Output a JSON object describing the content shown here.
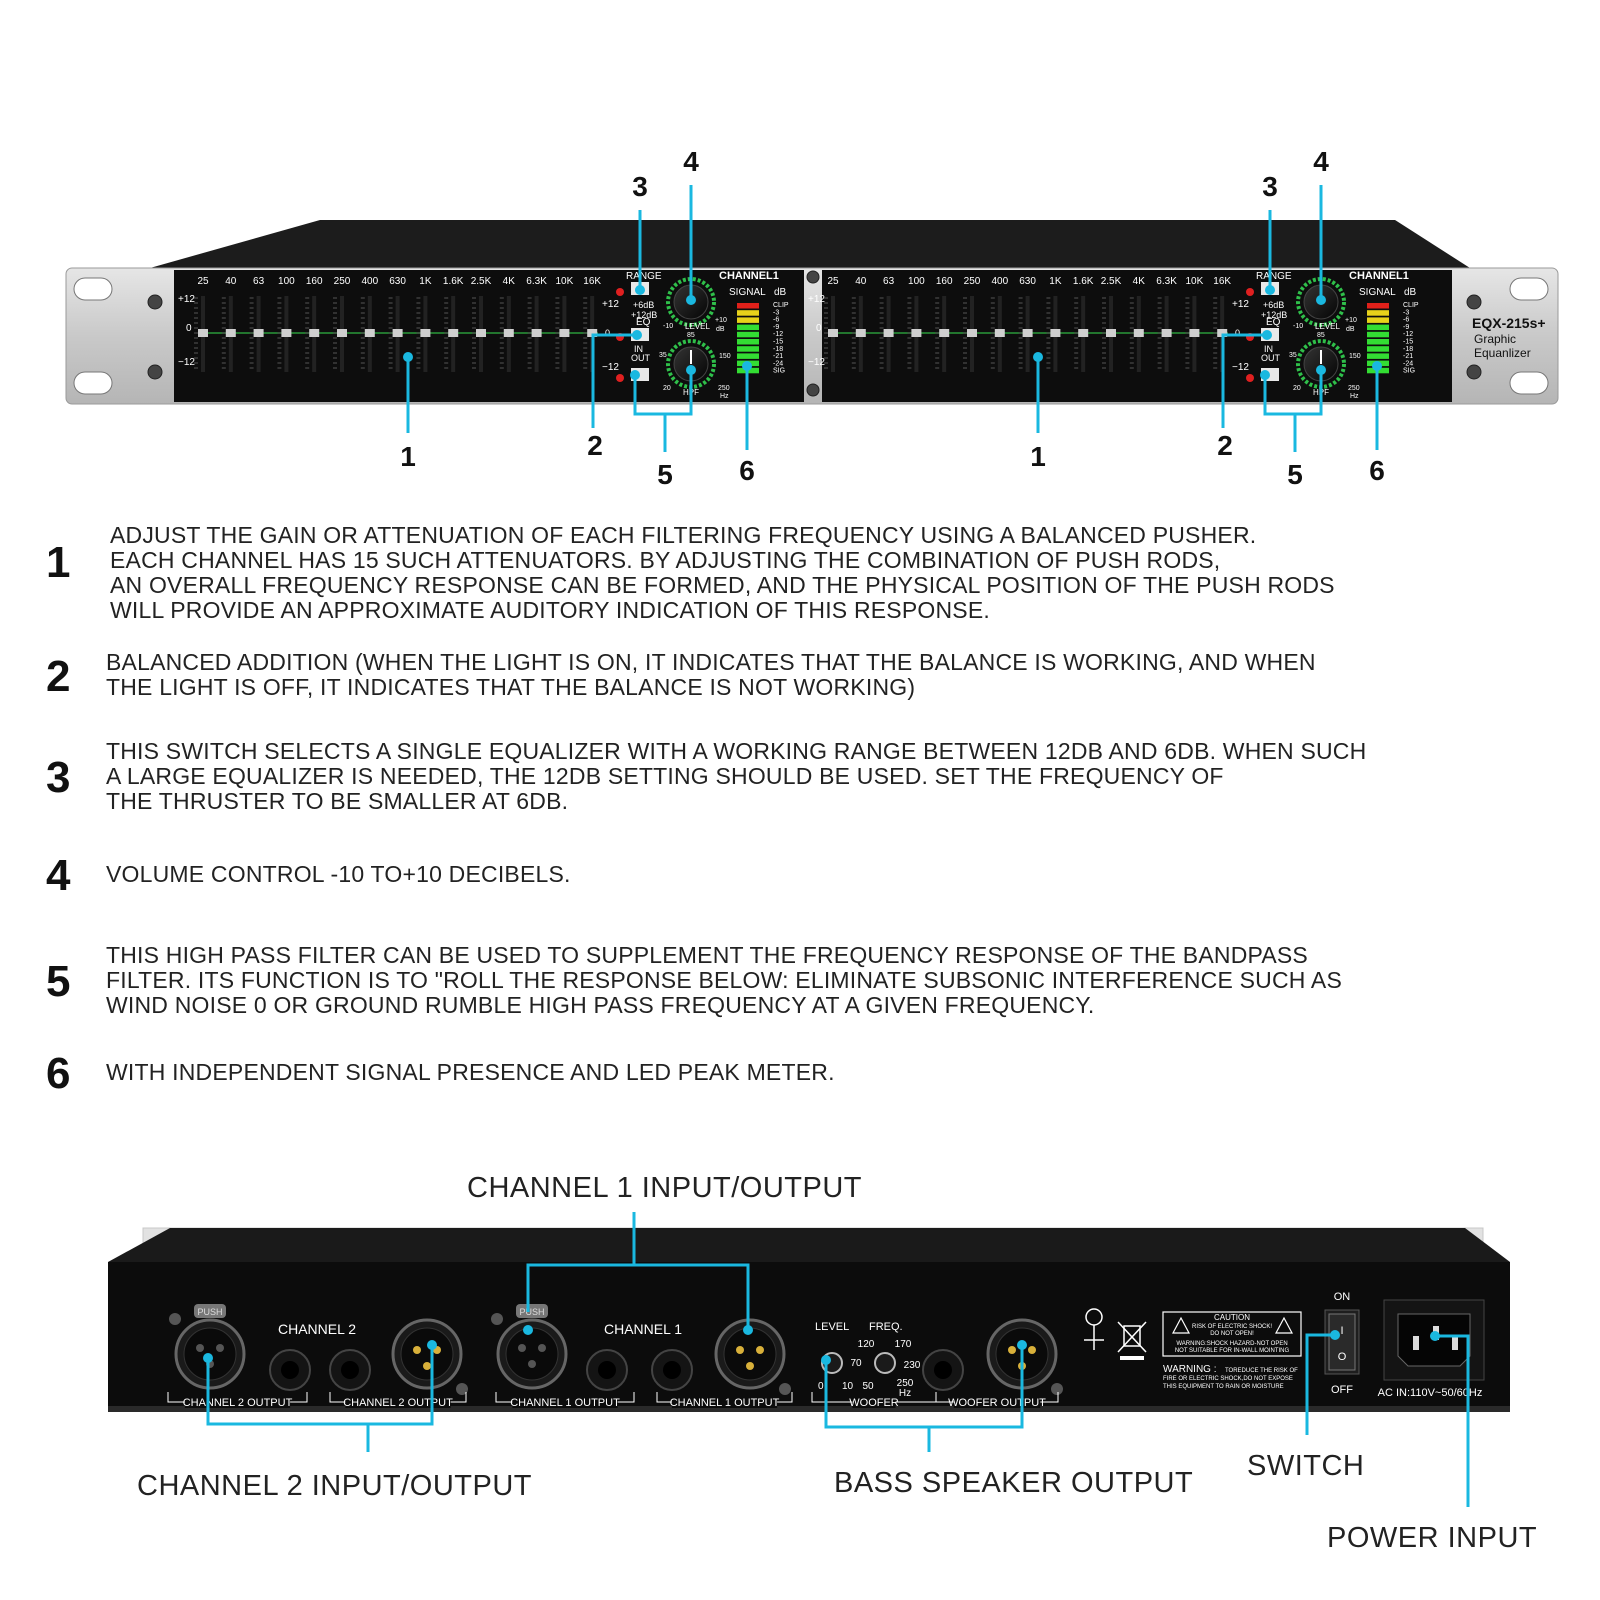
{
  "front_panel": {
    "model": "EQX-215s+",
    "subtitle_line1": "Graphic",
    "subtitle_line2": "Equanlizer",
    "frequencies": [
      "25",
      "40",
      "63",
      "100",
      "160",
      "250",
      "400",
      "630",
      "1K",
      "1.6K",
      "2.5K",
      "4K",
      "6.3K",
      "10K",
      "16K"
    ],
    "scale_top": "+12",
    "scale_mid": "0",
    "scale_bottom": "−12",
    "range_label": "RANGE",
    "range_options": [
      "+6dB",
      "+12dB"
    ],
    "eq_label": "EQ",
    "in_label": "IN",
    "out_label": "OUT",
    "channel_label": "CHANNEL1",
    "signal_label": "SIGNAL",
    "db_label": "dB",
    "level_label": "LEVEL",
    "level_min": "-10",
    "level_max": "+10",
    "level_db": "dB",
    "level_mid": "85",
    "hpf_label": "HPF",
    "hpf_min": "20",
    "hpf_max": "250",
    "hpf_unit": "Hz",
    "hpf_mid_left": "35",
    "hpf_mid_right": "150",
    "meter_labels": [
      "CLIP",
      "-3",
      "-6",
      "-9",
      "-12",
      "-15",
      "-18",
      "-21",
      "-24",
      "SIG"
    ],
    "callouts": [
      "1",
      "2",
      "3",
      "4",
      "5",
      "6"
    ]
  },
  "descriptions": [
    {
      "num": "1",
      "text": "ADJUST THE GAIN OR ATTENUATION OF EACH FILTERING FREQUENCY USING A BALANCED PUSHER.\nEACH CHANNEL HAS 15 SUCH ATTENUATORS. BY ADJUSTING THE COMBINATION OF PUSH RODS,\nAN OVERALL FREQUENCY RESPONSE CAN BE FORMED, AND THE PHYSICAL POSITION OF THE PUSH RODS\nWILL PROVIDE AN APPROXIMATE AUDITORY INDICATION OF THIS RESPONSE."
    },
    {
      "num": "2",
      "text": "BALANCED ADDITION (WHEN THE LIGHT IS ON, IT INDICATES THAT THE BALANCE IS WORKING, AND WHEN\nTHE LIGHT IS OFF, IT INDICATES THAT THE BALANCE IS NOT WORKING)"
    },
    {
      "num": "3",
      "text": "THIS SWITCH SELECTS A SINGLE EQUALIZER WITH A WORKING RANGE BETWEEN 12DB AND 6DB. WHEN SUCH\nA LARGE EQUALIZER IS NEEDED, THE 12DB SETTING SHOULD BE USED. SET THE FREQUENCY OF\nTHE THRUSTER TO BE SMALLER AT 6DB."
    },
    {
      "num": "4",
      "text": "VOLUME CONTROL -10 TO+10 DECIBELS."
    },
    {
      "num": "5",
      "text": "THIS HIGH PASS FILTER CAN BE USED TO SUPPLEMENT THE FREQUENCY RESPONSE OF THE BANDPASS\nFILTER. ITS FUNCTION IS TO \"ROLL THE RESPONSE BELOW: ELIMINATE SUBSONIC INTERFERENCE SUCH AS\nWIND NOISE 0 OR GROUND RUMBLE HIGH PASS FREQUENCY AT A GIVEN FREQUENCY."
    },
    {
      "num": "6",
      "text": "WITH INDEPENDENT SIGNAL PRESENCE AND LED PEAK METER."
    }
  ],
  "rear_panel": {
    "channel2_label": "CHANNEL 2",
    "channel1_label": "CHANNEL 1",
    "push_label": "PUSH",
    "ch2_output_a": "CHANNEL 2 OUTPUT",
    "ch2_output_b": "CHANNEL 2 OUTPUT",
    "ch1_output_a": "CHANNEL 1 OUTPUT",
    "ch1_output_b": "CHANNEL 1 OUTPUT",
    "woofer_level": "LEVEL",
    "woofer_freq": "FREQ.",
    "freq_ticks": [
      "120",
      "170",
      "70",
      "230",
      "50",
      "250"
    ],
    "freq_unit": "Hz",
    "level_ticks": [
      "0",
      "10"
    ],
    "woofer_label": "WOOFER",
    "woofer_output": "WOOFER OUTPUT",
    "caution_title": "CAUTION",
    "caution_line1": "RISK OF ELECTRIC SHOCK!",
    "caution_line2": "DO NOT OPEN!",
    "caution_line3": "WARNING:SHOCK HAZARD-NOT OPEN",
    "caution_line4": "NOT SUITABLE FOR IN-WALL MOINTING",
    "warning_title": "WARNING :",
    "warning_line1": "TOREDUCE THE RISK OF",
    "warning_line2": "FIRE OR ELECTRIC SHOCK,DO NOT EXPOSE",
    "warning_line3": "THIS EQUIPMENT TO RAIN OR MOISTURE",
    "switch_on": "ON",
    "switch_off": "OFF",
    "switch_i": "I",
    "switch_o": "O",
    "ac_label": "AC IN:110V~50/60Hz",
    "labels": {
      "ch1_io": "CHANNEL 1 INPUT/OUTPUT",
      "ch2_io": "CHANNEL 2 INPUT/OUTPUT",
      "bass": "BASS SPEAKER OUTPUT",
      "switch": "SWITCH",
      "power": "POWER INPUT"
    }
  },
  "colors": {
    "callout_line": "#1ab8e0",
    "panel_black": "#111111",
    "rack_silver": "#d4d4d4",
    "knob_green": "#2fbf4a",
    "meter_green": "#33dd33",
    "meter_yellow": "#e8d21a",
    "meter_red": "#e0201a",
    "led_red": "#e02020"
  }
}
